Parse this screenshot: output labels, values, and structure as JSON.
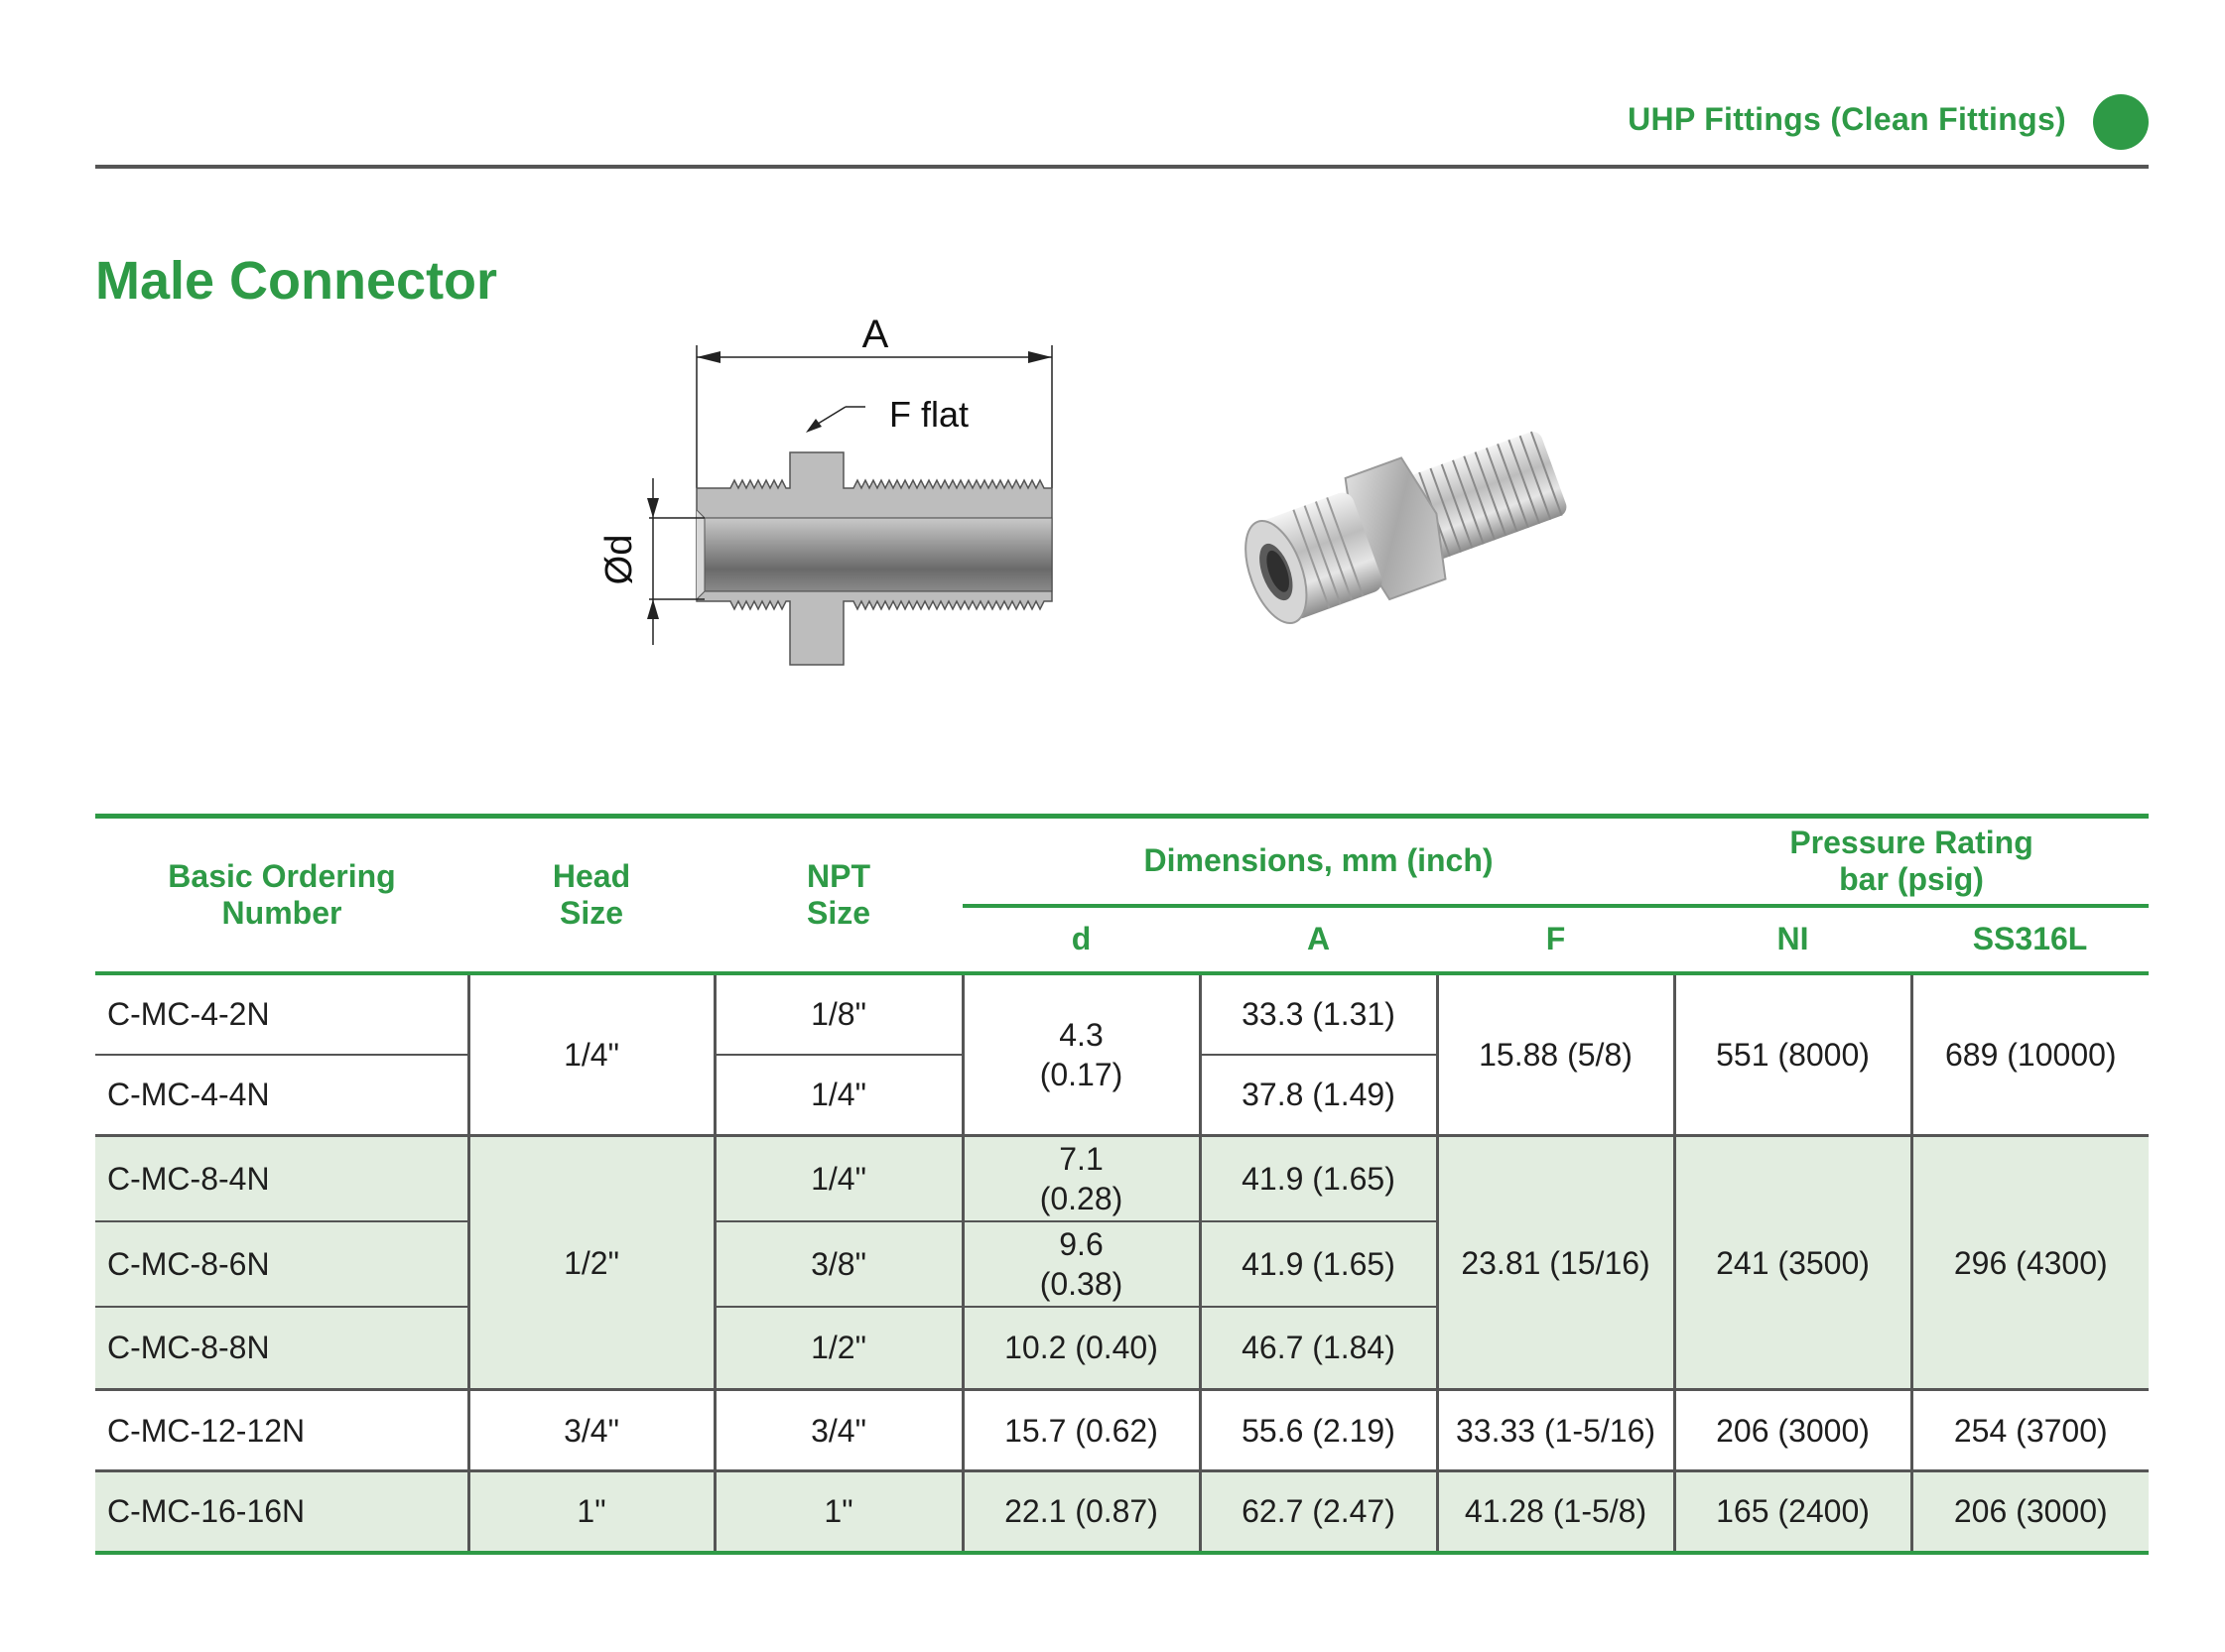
{
  "header": {
    "title": "UHP Fittings (Clean Fittings)"
  },
  "page": {
    "title": "Male Connector"
  },
  "diagram": {
    "label_a": "A",
    "label_f": "F flat",
    "label_d": "Ød"
  },
  "table": {
    "headers": {
      "ordering": [
        "Basic Ordering",
        "Number"
      ],
      "head_size": [
        "Head",
        "Size"
      ],
      "npt_size": [
        "NPT",
        "Size"
      ],
      "dimensions": "Dimensions, mm (inch)",
      "pressure": [
        "Pressure Rating",
        "bar (psig)"
      ],
      "d": "d",
      "a": "A",
      "f": "F",
      "ni": "NI",
      "ss": "SS316L"
    },
    "rows": [
      {
        "number": "C-MC-4-2N",
        "head": "1/4\"",
        "npt": "1/8\"",
        "d": [
          "4.3",
          "(0.17)"
        ],
        "a": "33.3 (1.31)",
        "f": "15.88 (5/8)",
        "ni": "551 (8000)",
        "ss": "689 (10000)"
      },
      {
        "number": "C-MC-4-4N",
        "npt": "1/4\"",
        "a": "37.8 (1.49)"
      },
      {
        "number": "C-MC-8-4N",
        "head": "1/2\"",
        "npt": "1/4\"",
        "d": [
          "7.1",
          "(0.28)"
        ],
        "a": "41.9 (1.65)",
        "f": "23.81 (15/16)",
        "ni": "241 (3500)",
        "ss": "296 (4300)"
      },
      {
        "number": "C-MC-8-6N",
        "npt": "3/8\"",
        "d": [
          "9.6",
          "(0.38)"
        ],
        "a": "41.9 (1.65)"
      },
      {
        "number": "C-MC-8-8N",
        "npt": "1/2\"",
        "d": "10.2 (0.40)",
        "a": "46.7 (1.84)"
      },
      {
        "number": "C-MC-12-12N",
        "head": "3/4\"",
        "npt": "3/4\"",
        "d": "15.7 (0.62)",
        "a": "55.6 (2.19)",
        "f": "33.33 (1-5/16)",
        "ni": "206 (3000)",
        "ss": "254 (3700)"
      },
      {
        "number": "C-MC-16-16N",
        "head": "1\"",
        "npt": "1\"",
        "d": "22.1 (0.87)",
        "a": "62.7 (2.47)",
        "f": "41.28 (1-5/8)",
        "ni": "165 (2400)",
        "ss": "206 (3000)"
      }
    ]
  },
  "colors": {
    "accent_green": "#2e9a46",
    "row_shade": "#e2ede0",
    "rule_gray": "#555555"
  }
}
